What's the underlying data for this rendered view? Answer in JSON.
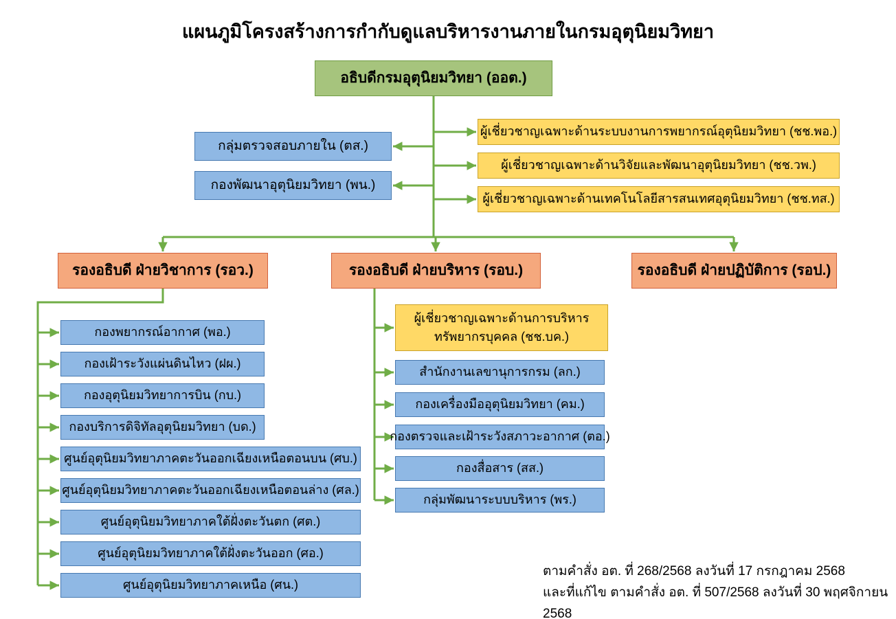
{
  "title": "แผนภูมิโครงสร้างการกำกับดูแลบริหารงานภายในกรมอุตุนิยมวิทยา",
  "colors": {
    "line": "#70AD47",
    "green_fill": "#A6C47D",
    "green_border": "#6F9C43",
    "blue_fill": "#8FB8E4",
    "blue_border": "#4779B0",
    "yellow_fill": "#FFD966",
    "yellow_border": "#C9A227",
    "salmon_fill": "#F5A87D",
    "salmon_border": "#D2613C"
  },
  "org": {
    "director": "อธิบดีกรมอุตุนิยมวิทยา (ออต.)",
    "staff_units": [
      "กลุ่มตรวจสอบภายใน (ตส.)",
      "กองพัฒนาอุตุนิยมวิทยา (พน.)"
    ],
    "experts": [
      "ผู้เชี่ยวชาญเฉพาะด้านระบบงานการพยากรณ์อุตุนิยมวิทยา (ชช.พอ.)",
      "ผู้เชี่ยวชาญเฉพาะด้านวิจัยและพัฒนาอุตุนิยมวิทยา (ชช.วพ.)",
      "ผู้เชี่ยวชาญเฉพาะด้านเทคโนโลยีสารสนเทศอุตุนิยมวิทยา (ชช.ทส.)"
    ],
    "deputies": [
      "รองอธิบดี ฝ่ายวิชาการ (รอว.)",
      "รองอธิบดี ฝ่ายบริหาร (รอบ.)",
      "รองอธิบดี ฝ่ายปฏิบัติการ (รอป.)"
    ],
    "academic_units": [
      "กองพยากรณ์อากาศ (พอ.)",
      "กองเฝ้าระวังแผ่นดินไหว (ฝผ.)",
      "กองอุตุนิยมวิทยาการบิน (กบ.)",
      "กองบริการดิจิทัลอุตุนิยมวิทยา (บด.)",
      "ศูนย์อุตุนิยมวิทยาภาคตะวันออกเฉียงเหนือตอนบน (ศบ.)",
      "ศูนย์อุตุนิยมวิทยาภาคตะวันออกเฉียงเหนือตอนล่าง (ศล.)",
      "ศูนย์อุตุนิยมวิทยาภาคใต้ฝั่งตะวันตก (ศต.)",
      "ศูนย์อุตุนิยมวิทยาภาคใต้ฝั่งตะวันออก (ศอ.)",
      "ศูนย์อุตุนิยมวิทยาภาคเหนือ (ศน.)"
    ],
    "admin_expert": {
      "line1": "ผู้เชี่ยวชาญเฉพาะด้านการบริหาร",
      "line2": "ทรัพยากรบุคคล (ชช.บค.)"
    },
    "admin_units": [
      "สำนักงานเลขานุการกรม (ลก.)",
      "กองเครื่องมืออุตุนิยมวิทยา (คม.)",
      "กองตรวจและเฝ้าระวังสภาวะอากาศ (ตอ.)",
      "กองสื่อสาร (สส.)",
      "กลุ่มพัฒนาระบบบริหาร (พร.)"
    ]
  },
  "footnote": {
    "line1": "ตามคำสั่ง อต. ที่ 268/2568 ลงวันที่ 17 กรกฎาคม 2568",
    "line2": "และที่แก้ไข ตามคำสั่ง อต. ที่ 507/2568 ลงวันที่ 30 พฤศจิกายน 2568"
  }
}
